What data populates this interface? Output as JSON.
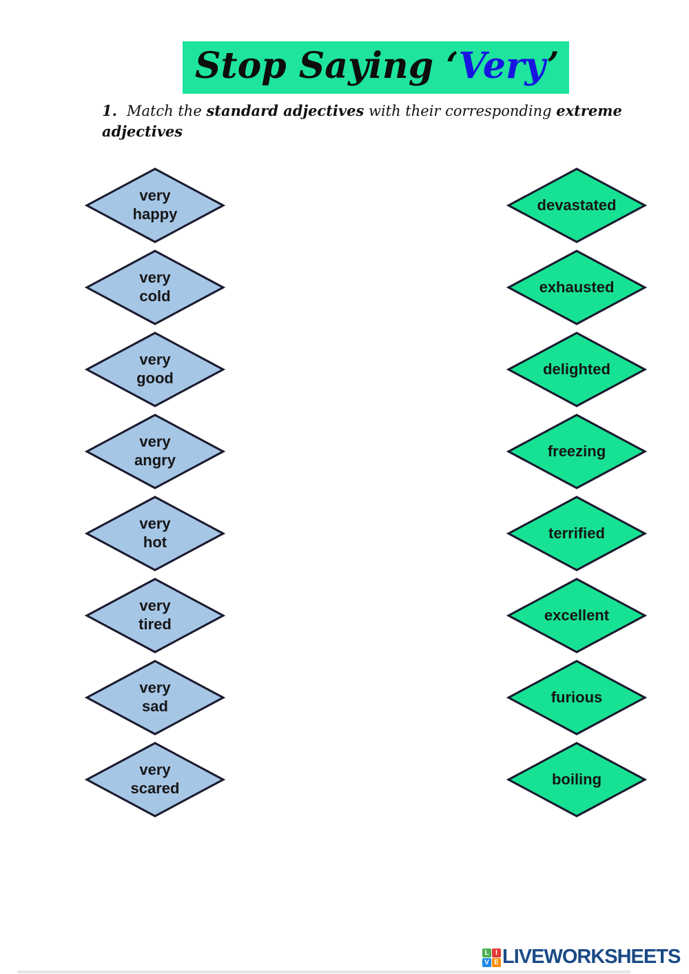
{
  "title": {
    "main_text": "Stop Saying",
    "open_quote": "‘",
    "very_word": "Very",
    "close_quote": "’",
    "highlight_color": "#1ee49e",
    "very_color": "#1616e0"
  },
  "instruction": {
    "number": "1.",
    "part1": "Match the ",
    "bold1": "standard adjectives",
    "part2": " with their corresponding ",
    "bold2": "extreme adjectives"
  },
  "left_column": {
    "fill": "#a6c6e6",
    "stroke": "#1a1a2e",
    "items": [
      "very\nhappy",
      "very\ncold",
      "very\ngood",
      "very\nangry",
      "very\nhot",
      "very\ntired",
      "very\nsad",
      "very\nscared"
    ]
  },
  "right_column": {
    "fill": "#17e294",
    "stroke": "#1a1a2e",
    "items": [
      "devastated",
      "exhausted",
      "delighted",
      "freezing",
      "terrified",
      "excellent",
      "furious",
      "boiling"
    ]
  },
  "footer": {
    "brand": "LIVEWORKSHEETS",
    "brand_color": "#1a4a85",
    "tiles": [
      {
        "letter": "L",
        "color": "#4caf50"
      },
      {
        "letter": "I",
        "color": "#e53935"
      },
      {
        "letter": "V",
        "color": "#1e88e5"
      },
      {
        "letter": "E",
        "color": "#fb8c00"
      }
    ]
  }
}
